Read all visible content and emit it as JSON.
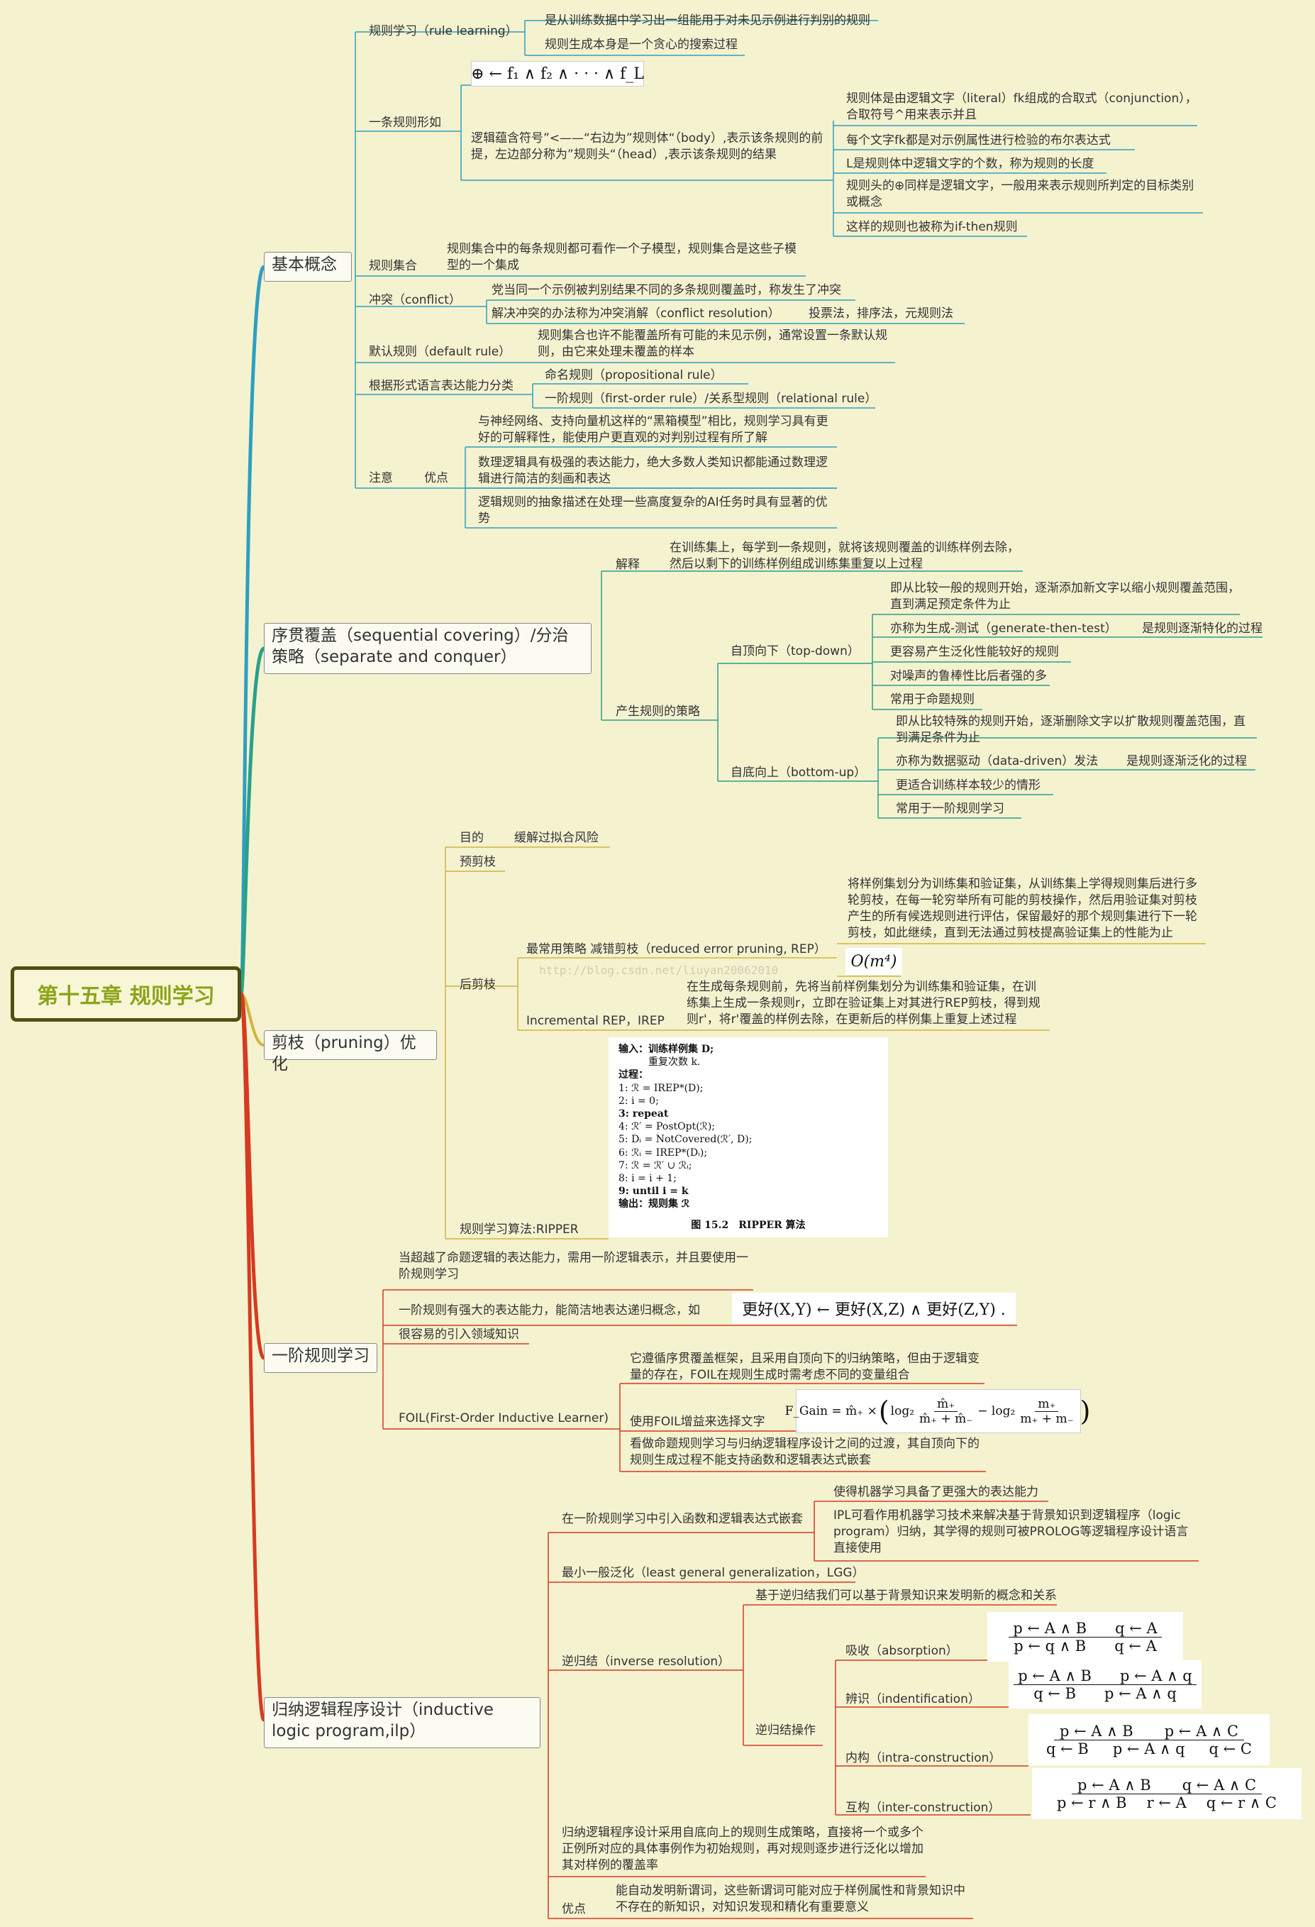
{
  "root": "第十五章 规则学习",
  "branches": {
    "basic": {
      "title": "基本概念",
      "rule_learning": {
        "label": "规则学习（rule learning）",
        "d1": "是从训练数据中学习出一组能用于对未见示例进行判别的规则",
        "d2": "规则生成本身是一个贪心的搜索过程"
      },
      "rule_form": {
        "label": "一条规则形如",
        "formula": "⊕ ← f₁ ∧ f₂ ∧ · · · ∧ f_L",
        "desc": "逻辑蕴含符号”<——“右边为”规则体“（body）,表示该条规则的前提，左边部分称为”规则头“（head）,表示该条规则的结果",
        "items": [
          "规则体是由逻辑文字（literal）fk组成的合取式（conjunction），合取符号^用来表示并且",
          "每个文字fk都是对示例属性进行检验的布尔表达式",
          "L是规则体中逻辑文字的个数，称为规则的长度",
          "规则头的⊕同样是逻辑文字，一般用来表示规则所判定的目标类别或概念",
          "这样的规则也被称为if-then规则"
        ]
      },
      "rule_set": {
        "label": "规则集合",
        "desc": "规则集合中的每条规则都可看作一个子模型，规则集合是这些子模型的一个集成"
      },
      "conflict": {
        "label": "冲突（conflict）",
        "d1": "党当同一个示例被判别结果不同的多条规则覆盖时，称发生了冲突",
        "d2": "解决冲突的办法称为冲突消解（conflict resolution）",
        "d3": "投票法，排序法，元规则法"
      },
      "default_rule": {
        "label": "默认规则（default rule）",
        "desc": "规则集合也许不能覆盖所有可能的未见示例，通常设置一条默认规则，由它来处理未覆盖的样本"
      },
      "formal_lang": {
        "label": "根据形式语言表达能力分类",
        "d1": "命名规则（propositional rule）",
        "d2": "一阶规则（first-order rule）/关系型规则（relational rule）"
      },
      "note": {
        "label": "注意",
        "adv": "优点",
        "a1": "与神经网络、支持向量机这样的“黑箱模型”相比，规则学习具有更好的可解释性，能使用户更直观的对判别过程有所了解",
        "a2": "数理逻辑具有极强的表达能力，绝大多数人类知识都能通过数理逻辑进行简洁的刻画和表达",
        "a3": "逻辑规则的抽象描述在处理一些高度复杂的AI任务时具有显著的优势"
      }
    },
    "seq": {
      "title": "序贯覆盖（sequential covering）/分治策略（separate and conquer）",
      "explain": {
        "label": "解释",
        "desc": "在训练集上，每学到一条规则，就将该规则覆盖的训练样例去除，然后以剩下的训练样例组成训练集重复以上过程"
      },
      "strategy": {
        "label": "产生规则的策略",
        "top": {
          "label": "自顶向下（top-down）",
          "t1": "即从比较一般的规则开始，逐渐添加新文字以缩小规则覆盖范围，直到满足预定条件为止",
          "t2": "亦称为生成-测试（generate-then-test）",
          "t2b": "是规则逐渐特化的过程",
          "t3": "更容易产生泛化性能较好的规则",
          "t4": "对噪声的鲁棒性比后者强的多",
          "t5": "常用于命题规则"
        },
        "bottom": {
          "label": "自底向上（bottom-up）",
          "b1": "即从比较特殊的规则开始，逐渐删除文字以扩散规则覆盖范围，直到满足条件为止",
          "b2": "亦称为数据驱动（data-driven）发法",
          "b2b": "是规则逐渐泛化的过程",
          "b3": "更适合训练样本较少的情形",
          "b4": "常用于一阶规则学习"
        }
      }
    },
    "prune": {
      "title": "剪枝（pruning）优化",
      "goal": {
        "label": "目的",
        "desc": "缓解过拟合风险"
      },
      "pre": "预剪枝",
      "post": {
        "label": "后剪枝",
        "rep_label": "最常用策略 减错剪枝（reduced error pruning, REP）",
        "rep_desc": "将样例集划分为训练集和验证集，从训练集上学得规则集后进行多轮剪枝，在每一轮穷举所有可能的剪枝操作，然后用验证集对剪枝产生的所有候选规则进行评估，保留最好的那个规则集进行下一轮剪枝，如此继续，直到无法通过剪枝提高验证集上的性能为止",
        "rep_cost": "O(m⁴)",
        "irep_label": "Incremental REP，IREP",
        "irep_desc": "在生成每条规则前，先将当前样例集划分为训练集和验证集，在训练集上生成一条规则r，立即在验证集上对其进行REP剪枝，得到规则r'，将r'覆盖的样例去除，在更新后的样例集上重复上述过程"
      },
      "watermark": "http://blog.csdn.net/liuyan20062010",
      "ripper": {
        "label": "规则学习算法:RIPPER",
        "lines": [
          "输入：训练样例集 D;",
          "　　　重复次数 k.",
          "过程：",
          "1:  ℛ = IREP*(D);",
          "2:  i = 0;",
          "3:  repeat",
          "4:     ℛ′ = PostOpt(ℛ);",
          "5:     Dᵢ = NotCovered(ℛ′, D);",
          "6:     ℛᵢ = IREP*(Dᵢ);",
          "7:     ℛ = ℛ′ ∪ ℛᵢ;",
          "8:     i = i + 1;",
          "9:  until i = k",
          "输出：规则集 ℛ"
        ],
        "caption": "图 15.2　RIPPER 算法"
      }
    },
    "fol": {
      "title": "一阶规则学习",
      "intro": "当超越了命题逻辑的表达能力，需用一阶逻辑表示，并且要使用一阶规则学习",
      "power": "一阶规则有强大的表达能力，能简洁地表达递归概念，如",
      "power_formula": "更好(X,Y) ← 更好(X,Z) ∧ 更好(Z,Y) .",
      "domain": "很容易的引入领域知识",
      "foil": {
        "label": "FOIL(First-Order Inductive Learner)",
        "d1": "它遵循序贯覆盖框架，且采用自顶向下的归纳策略，但由于逻辑变量的存在，FOIL在规则生成时需考虑不同的变量组合",
        "d2": "使用FOIL增益来选择文字",
        "d3": "看做命题规则学习与归纳逻辑程序设计之间的过渡，其自顶向下的规则生成过程不能支持函数和逻辑表达式嵌套",
        "gain_lhs": "F_Gain = m̂₊ ×",
        "gain_a": "m̂₊",
        "gain_b": "m̂₊ + m̂₋",
        "gain_c": "m₊",
        "gain_d": "m₊ + m₋",
        "log": "log₂",
        "minus": "− log₂"
      }
    },
    "ilp": {
      "title": "归纳逻辑程序设计（inductive logic program,ilp）",
      "embed": {
        "label": "在一阶规则学习中引入函数和逻辑表达式嵌套",
        "d1": "使得机器学习具备了更强大的表达能力",
        "d2": "IPL可看作用机器学习技术来解决基于背景知识到逻辑程序（logic program）归纳，其学得的规则可被PROLOG等逻辑程序设计语言直接使用"
      },
      "lgg": "最小一般泛化（least general generalization，LGG）",
      "inverse": {
        "label": "逆归结（inverse resolution）",
        "d1": "基于逆归结我们可以基于背景知识来发明新的概念和关系",
        "op": "逆归结操作",
        "absorption": {
          "label": "吸收（absorption）",
          "n1": "p ← A ∧ B",
          "n2": "q ← A",
          "d1": "p ← q ∧ B",
          "d2": "q ← A"
        },
        "identification": {
          "label": "辨识（indentification）",
          "n1": "p ← A ∧ B",
          "n2": "p ← A ∧ q",
          "d1": "q ← B",
          "d2": "p ← A ∧ q"
        },
        "intra": {
          "label": "内构（intra-construction）",
          "n1": "p ← A ∧ B",
          "n2": "p ← A ∧ C",
          "d1": "q ← B",
          "d2": "p ← A ∧ q",
          "d3": "q ← C"
        },
        "inter": {
          "label": "互构（inter-construction）",
          "n1": "p ← A ∧ B",
          "n2": "q ← A ∧ C",
          "d1": "p ← r ∧ B",
          "d2": "r ← A",
          "d3": "q ← r ∧ C"
        }
      },
      "strategy": "归纳逻辑程序设计采用自底向上的规则生成策略，直接将一个或多个正例所对应的具体事例作为初始规则，再对规则逐步进行泛化以增加其对样例的覆盖率",
      "adv": {
        "label": "优点",
        "desc": "能自动发明新谓词，这些新谓词可能对应于样例属性和背景知识中不存在的新知识，对知识发现和精化有重要意义"
      }
    }
  },
  "colors": {
    "blue": "#2e9fc0",
    "teal": "#2aa08a",
    "green": "#7ab23a",
    "gold": "#d1b53c",
    "red": "#d63a20",
    "root_border": "#4f4f14",
    "root_text": "#8ca41a"
  }
}
